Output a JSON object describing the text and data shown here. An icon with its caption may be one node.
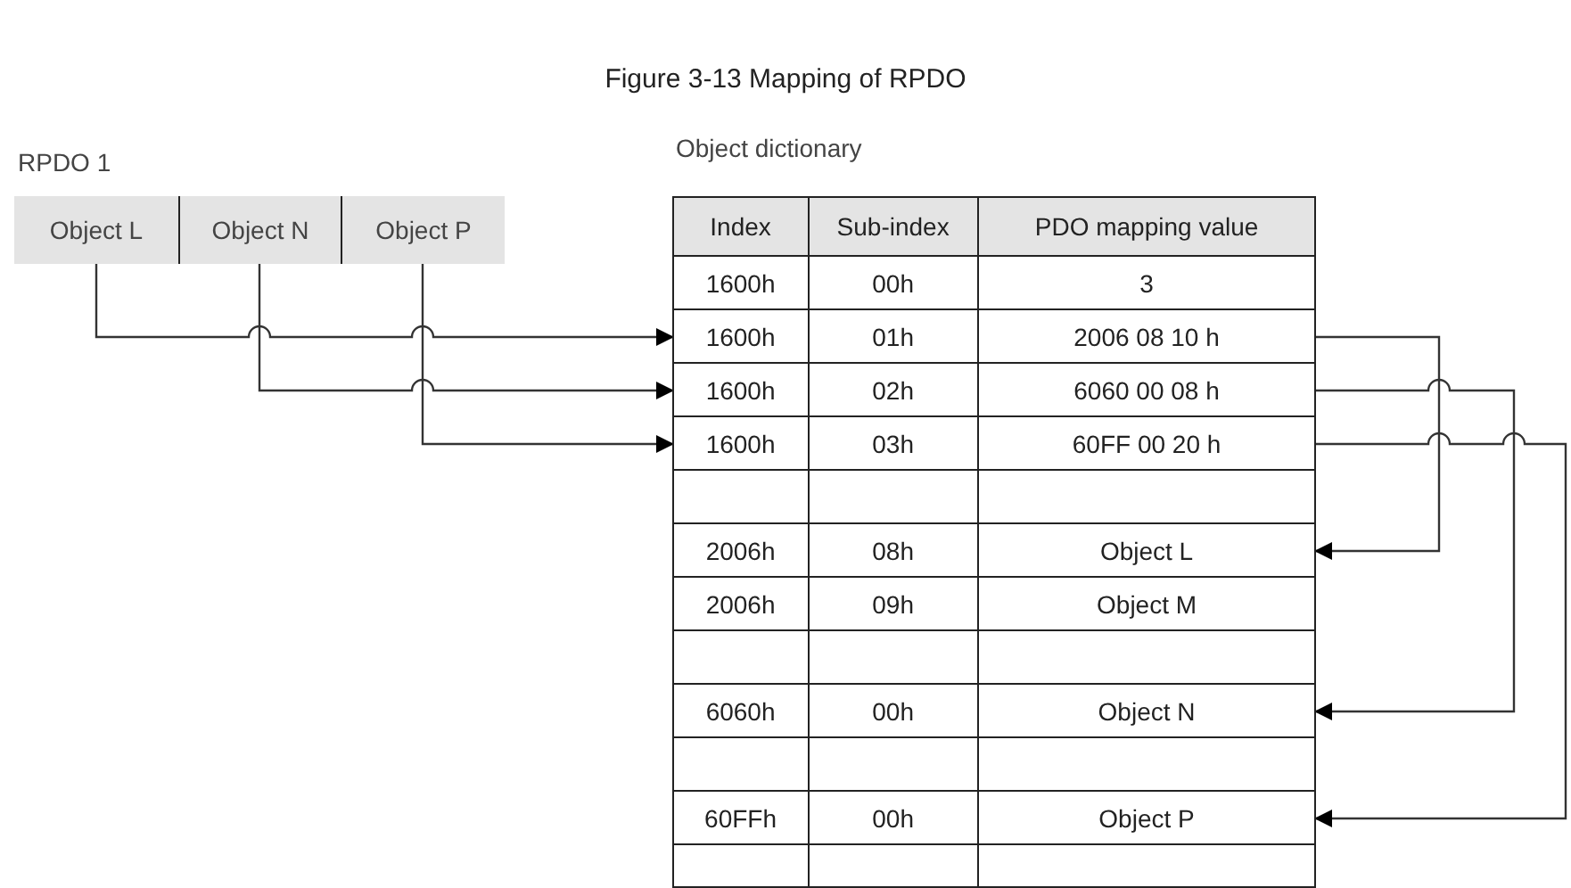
{
  "diagram": {
    "title": "Figure 3-13 Mapping of RPDO",
    "nodes": [
      {
        "text": [
          "RPDO 1"
        ]
      },
      {
        "text": [
          "Object L"
        ],
        "in": 0
      },
      {
        "text": [
          "Object N"
        ],
        "in": 0
      },
      {
        "text": [
          "Object P"
        ],
        "in": 0
      },
      {
        "text": [
          "Object dictionary"
        ]
      },
      {
        "text": [
          "Index",
          "Sub-index",
          "PDO mapping value"
        ],
        "in": 4
      },
      {
        "text": [
          "1600h",
          "00h",
          "3"
        ],
        "in": 4
      },
      {
        "text": [
          "1600h",
          "01h",
          "2006 08 10 h"
        ],
        "in": 4
      },
      {
        "text": [
          "1600h",
          "02h",
          "6060 00 08 h"
        ],
        "in": 4
      },
      {
        "text": [
          "1600h",
          "03h",
          "60FF 00 20 h"
        ],
        "in": 4
      },
      {
        "text": [],
        "shape": "box",
        "in": 4
      },
      {
        "text": [
          "2006h",
          "08h",
          "Object L"
        ],
        "in": 4
      },
      {
        "text": [
          "2006h",
          "09h",
          "Object M"
        ],
        "in": 4
      },
      {
        "text": [],
        "shape": "box",
        "in": 4
      },
      {
        "text": [
          "6060h",
          "00h",
          "Object N"
        ],
        "in": 4
      },
      {
        "text": [],
        "shape": "box",
        "in": 4
      },
      {
        "text": [
          "60FFh",
          "00h",
          "Object P"
        ],
        "in": 4
      },
      {
        "text": [],
        "shape": "box",
        "in": 4
      }
    ],
    "edges": [
      {
        "from": 1,
        "to": 7,
        "arrow": "to"
      },
      {
        "from": 2,
        "to": 8,
        "arrow": "to"
      },
      {
        "from": 3,
        "to": 9,
        "arrow": "to"
      },
      {
        "from": 7,
        "to": 11,
        "arrow": "to"
      },
      {
        "from": 8,
        "to": 14,
        "arrow": "to"
      },
      {
        "from": 9,
        "to": 16,
        "arrow": "to"
      }
    ]
  }
}
